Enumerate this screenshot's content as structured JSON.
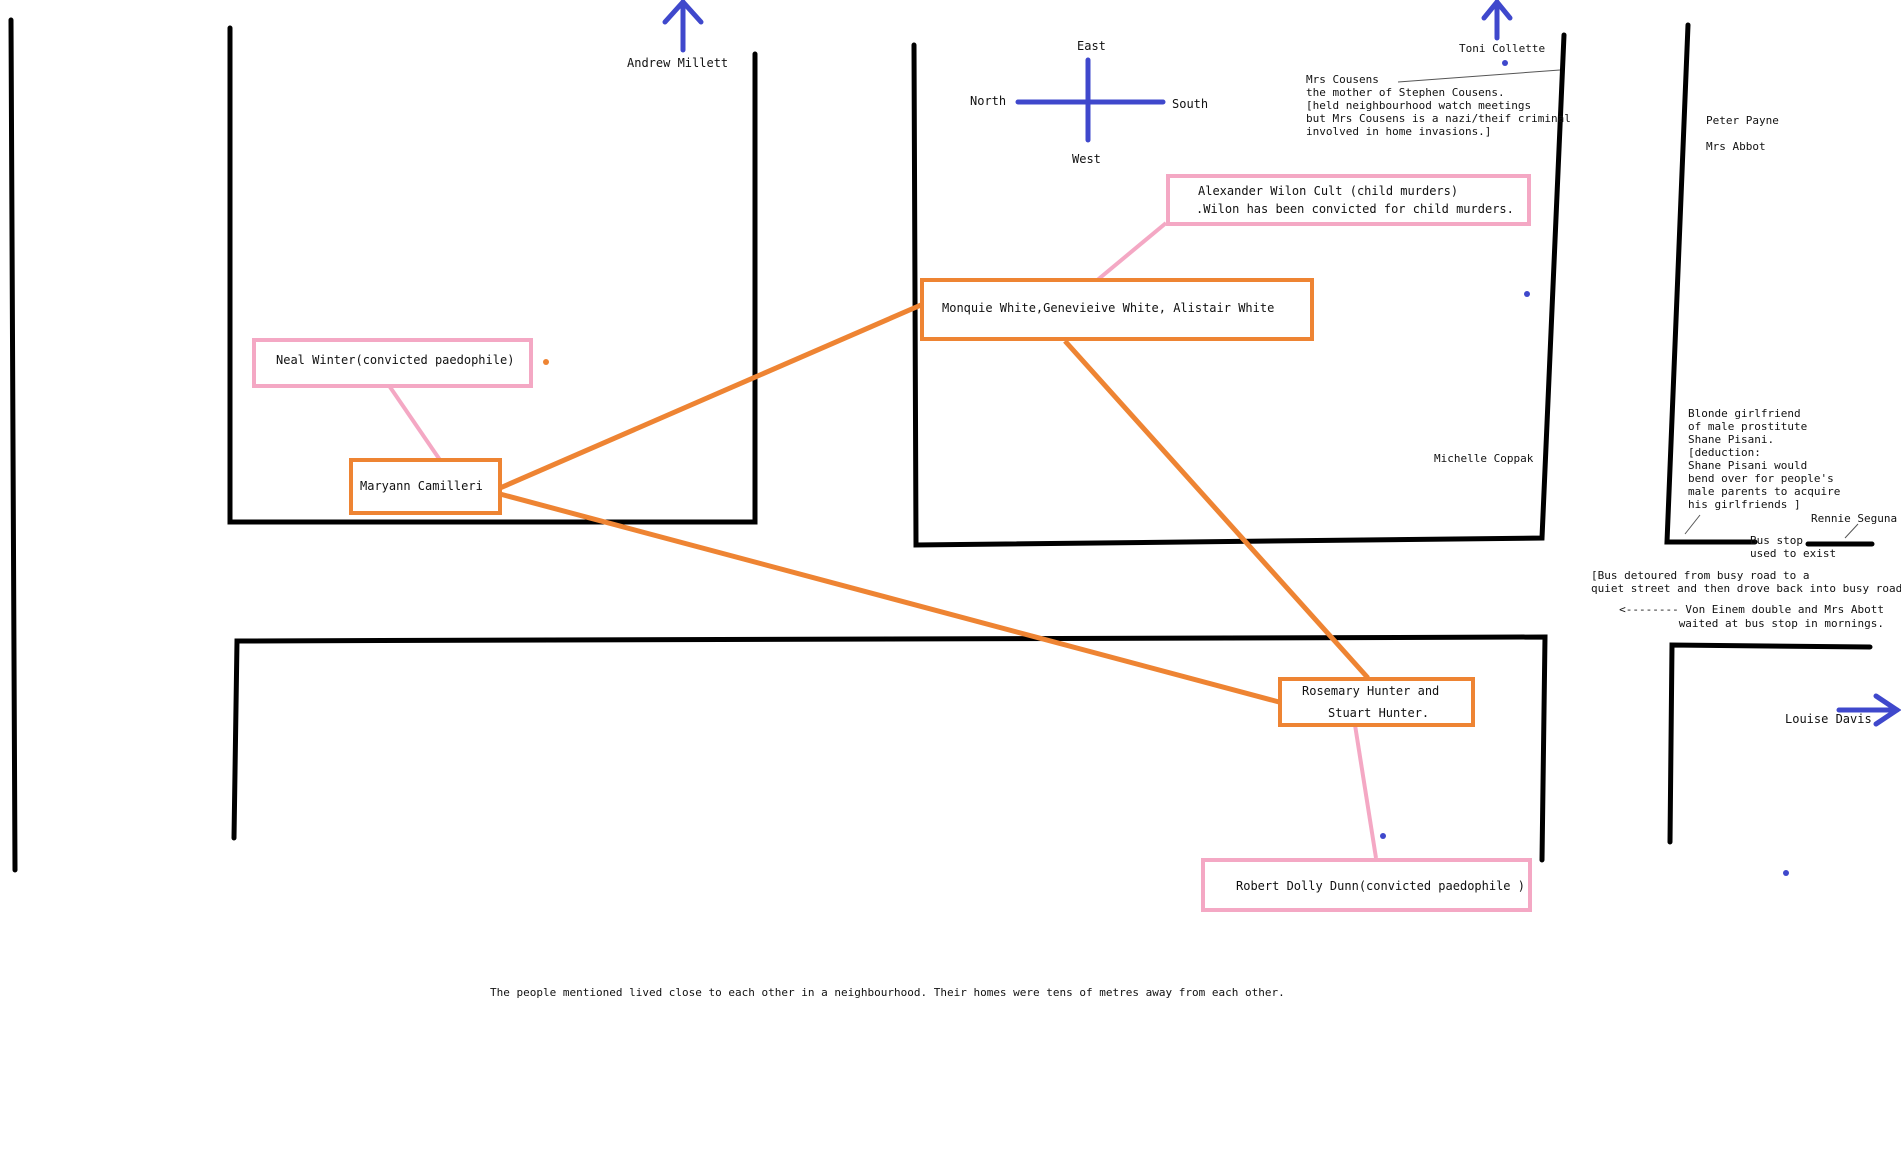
{
  "colors": {
    "road": "#000000",
    "orange": "#ee8433",
    "pink": "#f4a8c4",
    "blue": "#3f48cc"
  },
  "compass": {
    "east": "East",
    "north": "North",
    "south": "South",
    "west": "West"
  },
  "labels": {
    "andrew_millett": "Andrew Millett",
    "toni_collette": "Toni Collette",
    "peter_payne": "Peter Payne",
    "mrs_abbot": "Mrs Abbot",
    "michelle_coppak": "Michelle Coppak",
    "rennie_seguna": "Rennie Seguna",
    "louise_davis": "Louise Davis"
  },
  "notes": {
    "mrs_cousens": [
      "Mrs Cousens",
      "the mother of Stephen Cousens.",
      "[held neighbourhood watch meetings",
      "but Mrs Cousens is a nazi/theif criminal",
      "involved in home invasions.]"
    ],
    "blonde_girlfriend": [
      "Blonde girlfriend",
      "of male prostitute",
      "Shane Pisani.",
      "[deduction:",
      "Shane Pisani would",
      "bend over for people's",
      "male parents to acquire",
      "his girlfriends ]"
    ],
    "bus_stop": [
      "Bus stop",
      "used to exist"
    ],
    "bus_detour": [
      "[Bus detoured from busy road to a",
      "quiet street and then drove back into busy roads]"
    ],
    "von_einem": [
      "<-------- Von Einem double and Mrs Abott",
      "waited at bus stop in mornings."
    ]
  },
  "boxes": {
    "neal_winter": "Neal Winter(convicted paedophile)",
    "maryann": "Maryann Camilleri",
    "alexander_line1": "Alexander Wilon Cult (child murders)",
    "alexander_line2": ".Wilon has been convicted for child murders.",
    "monquie": "Monquie White,Genevieive White, Alistair White",
    "hunter_line1": "Rosemary Hunter and",
    "hunter_line2": "Stuart  Hunter.",
    "robert_dunn": "Robert Dolly Dunn(convicted paedophile )"
  },
  "footer": "The people mentioned lived close to each other in a neighbourhood. Their homes were tens of metres away from each other."
}
